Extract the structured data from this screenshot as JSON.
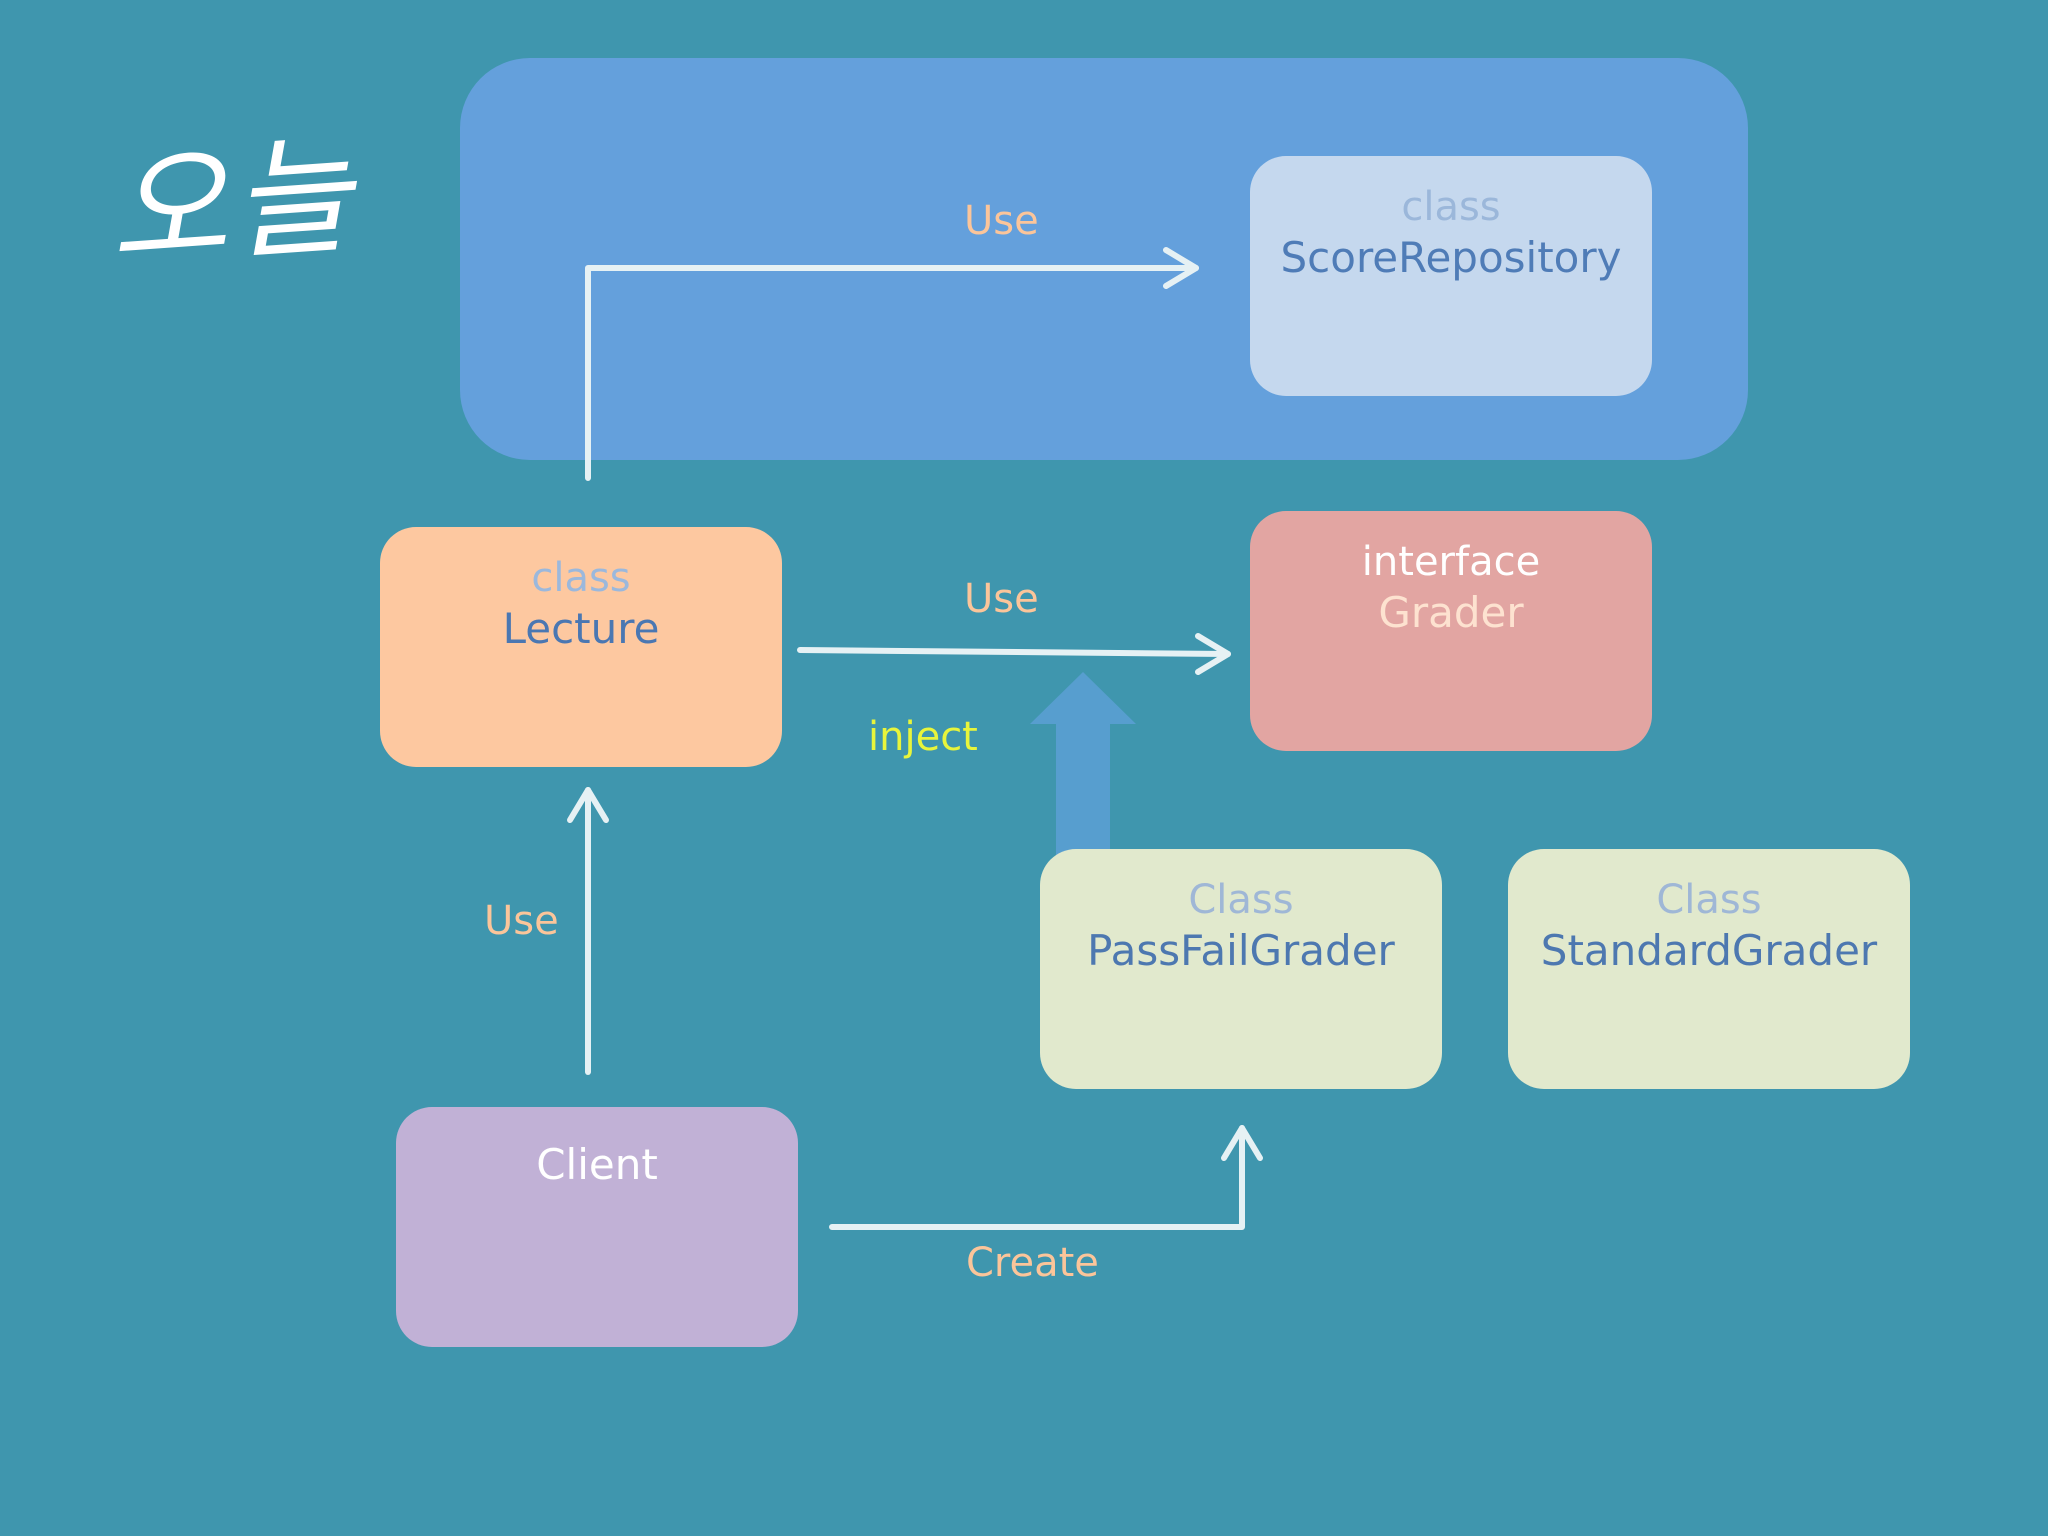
{
  "title": "오늘",
  "colors": {
    "background": "#3f96ae",
    "region": "#64a0dc",
    "arrow": "#e6f1f4",
    "inject_arrow": "#5a9fd3",
    "label": "#fbc59a",
    "inject_label": "#e8f53b"
  },
  "nodes": {
    "score_repository": {
      "keyword": "class",
      "name": "ScoreRepository"
    },
    "lecture": {
      "keyword": "class",
      "name": "Lecture"
    },
    "grader": {
      "keyword": "interface",
      "name": "Grader"
    },
    "pass_fail_grader": {
      "keyword": "Class",
      "name": "PassFailGrader"
    },
    "standard_grader": {
      "keyword": "Class",
      "name": "StandardGrader"
    },
    "client": {
      "name": "Client"
    }
  },
  "edges": {
    "lecture_to_repository": "Use",
    "lecture_to_grader": "Use",
    "client_to_lecture": "Use",
    "client_to_passfail": "Create",
    "inject": "inject"
  }
}
